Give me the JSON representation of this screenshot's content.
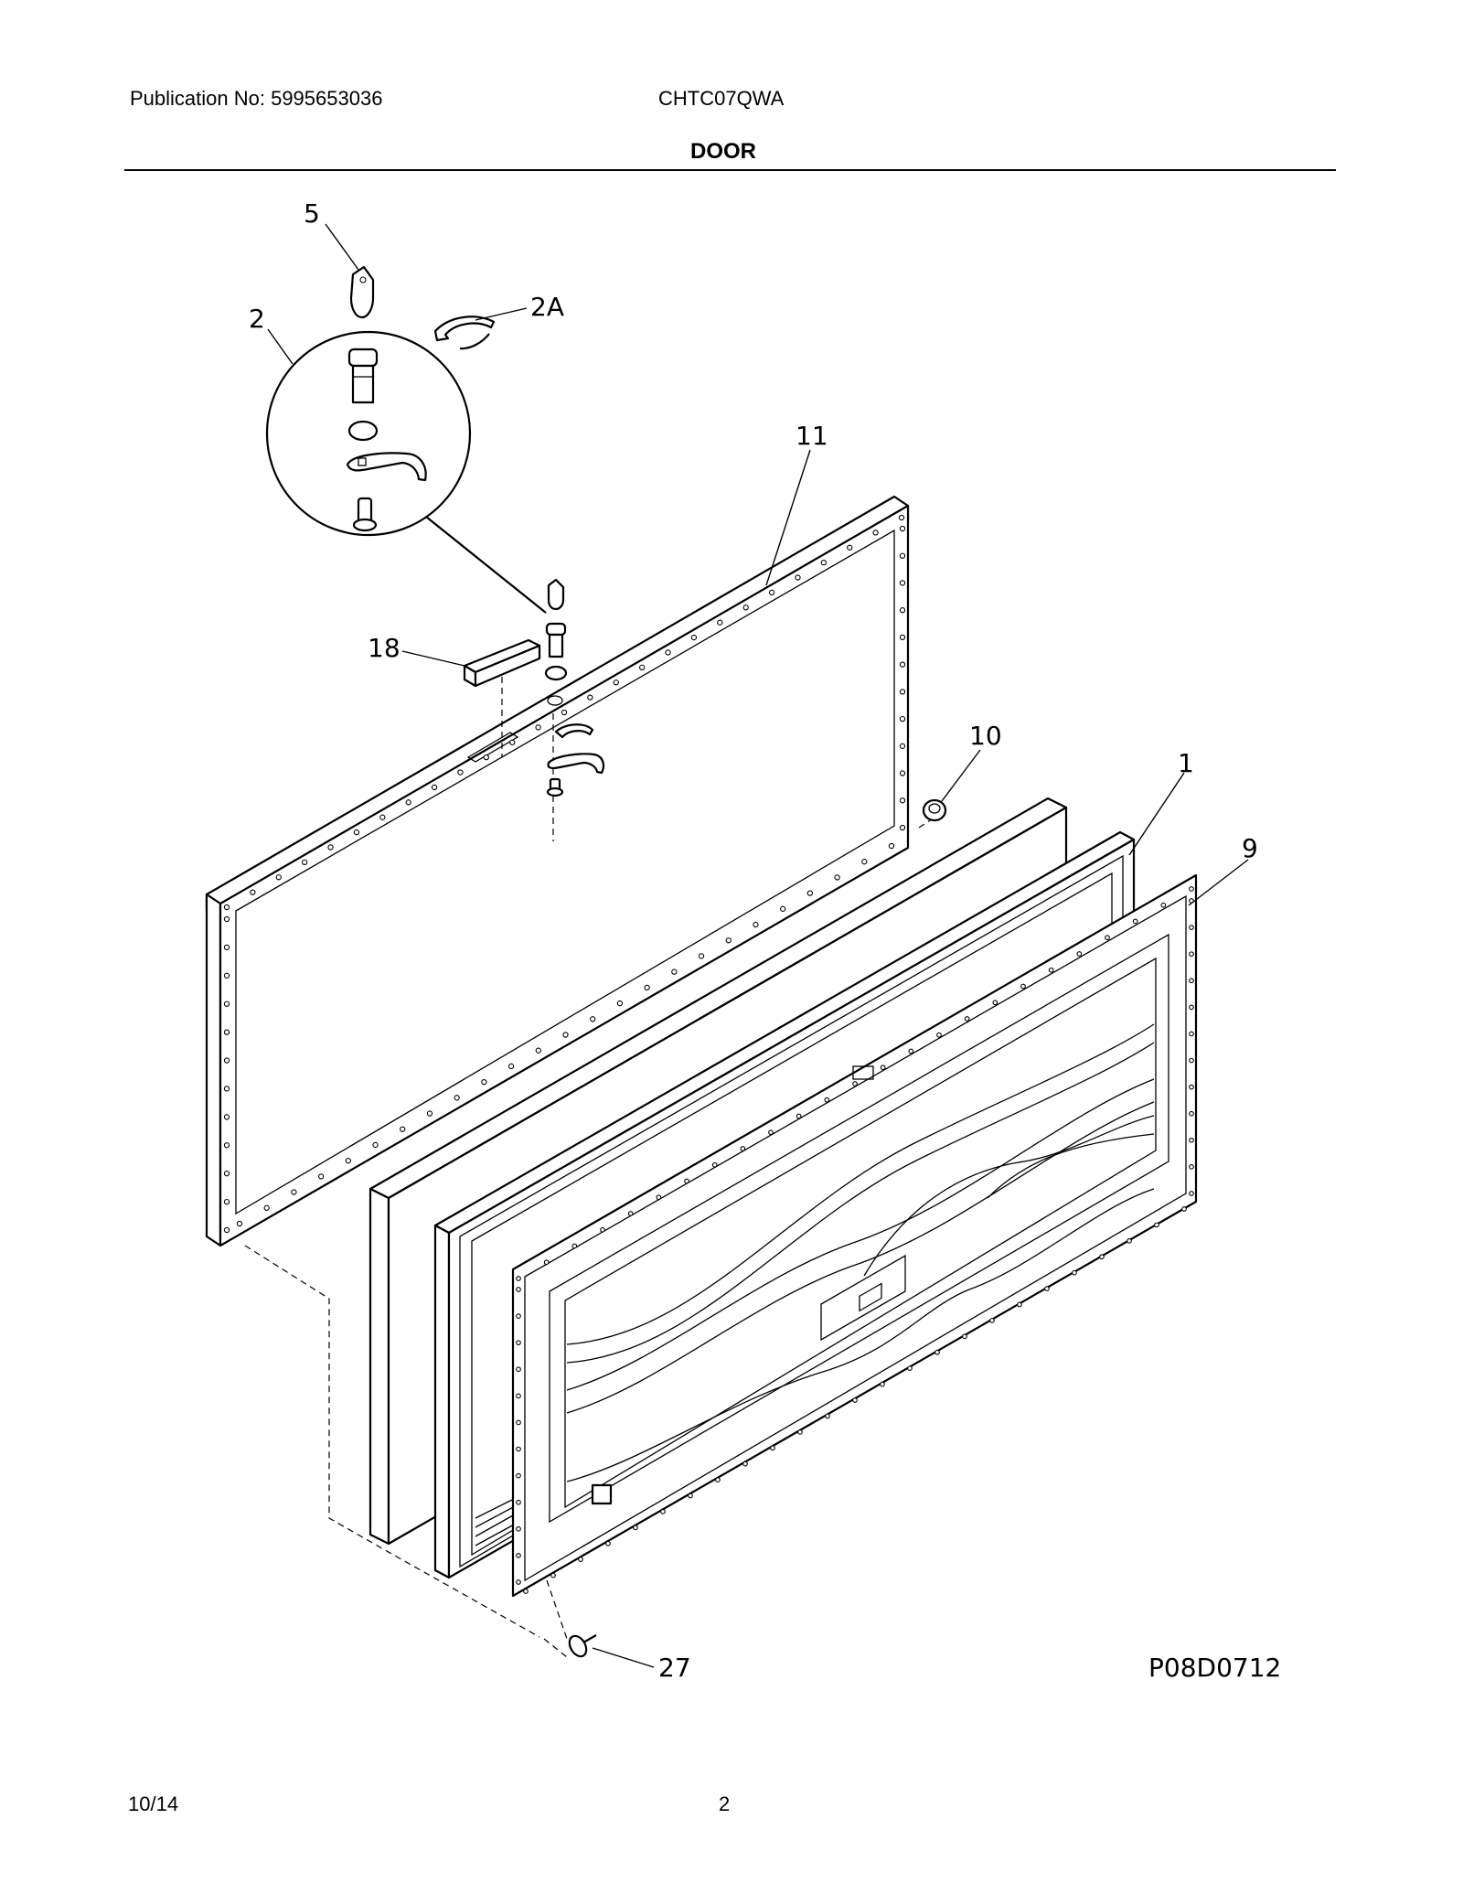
{
  "header": {
    "publication": "Publication No: 5995653036",
    "model": "CHTC07QWA",
    "title": "DOOR"
  },
  "footer": {
    "date": "10/14",
    "page": "2"
  },
  "diagram": {
    "reference": "P08D0712",
    "callouts": [
      "5",
      "2",
      "2A",
      "11",
      "18",
      "10",
      "1",
      "9",
      "27"
    ]
  }
}
